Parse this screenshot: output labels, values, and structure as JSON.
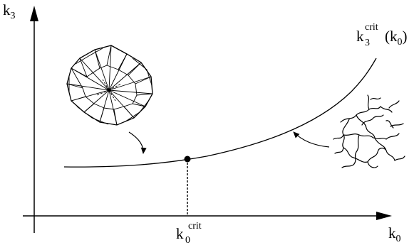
{
  "axes": {
    "y_label_main": "k",
    "y_label_sub": "3",
    "x_label_main": "k",
    "x_label_sub": "0"
  },
  "curve_label": {
    "main": "k",
    "sub": "3",
    "sup": "crit",
    "arg_open": "(k",
    "arg_sub": "0",
    "arg_close": ")"
  },
  "critical_point": {
    "main": "k",
    "sub": "0",
    "sup": "crit"
  },
  "icons": {
    "crumpled": "crumpled-phase-polyhedron-icon",
    "branched": "branched-polymer-phase-icon"
  }
}
